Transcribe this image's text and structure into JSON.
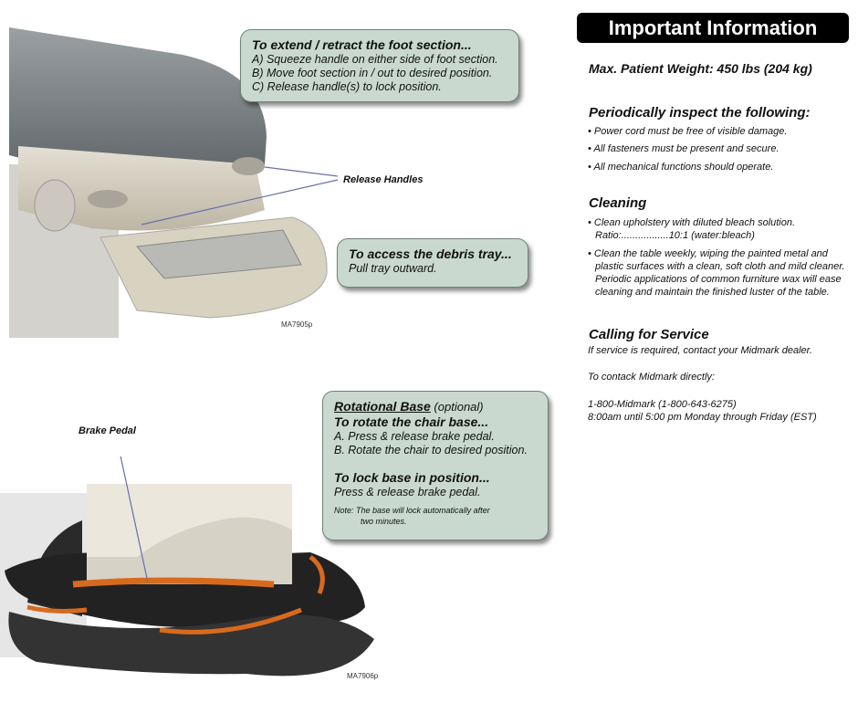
{
  "foot_callout": {
    "title": "To extend / retract the foot section...",
    "steps": [
      "A)  Squeeze handle on either side of foot section.",
      "B)  Move foot section in / out to desired position.",
      "C)  Release handle(s) to lock position."
    ]
  },
  "release_handles_label": "Release Handles",
  "debris_callout": {
    "title": "To access the debris tray...",
    "text": "Pull tray outward."
  },
  "figure1_code": "MA7905p",
  "brake_pedal_label": "Brake Pedal",
  "rotation_callout": {
    "title_underlined": "Rotational Base",
    "title_optional": " (optional)",
    "rotate_heading": "To rotate the chair base...",
    "rotate_steps": [
      "A.  Press & release brake pedal.",
      "B.  Rotate the chair to desired position."
    ],
    "lock_heading": "To lock base in position...",
    "lock_text": "Press & release brake pedal.",
    "note_line1": "Note: The base will lock automatically after",
    "note_line2": "two minutes."
  },
  "figure2_code": "MA7906p",
  "info": {
    "banner": "Important Information",
    "max_weight": "Max. Patient Weight: 450 lbs (204 kg)",
    "inspect_heading": "Periodically inspect the following:",
    "inspect_items": [
      "• Power cord must be free of visible damage.",
      "• All fasteners must be present and secure.",
      "• All mechanical functions should operate."
    ],
    "cleaning_heading": "Cleaning",
    "cleaning_items": [
      "• Clean upholstery with diluted bleach solution. Ratio:.................10:1 (water:bleach)",
      "• Clean the table weekly, wiping the painted metal and plastic surfaces with a clean, soft cloth and mild cleaner. Periodic applications of common furniture wax will ease cleaning and maintain the finished luster of the table."
    ],
    "service_heading": "Calling for Service",
    "service_text": "If service is required, contact your Midmark dealer.",
    "contact_text": "To contack Midmark directly:",
    "phone": "1-800-Midmark (1-800-643-6275)",
    "hours": "8:00am until 5:00 pm Monday through Friday (EST)"
  }
}
